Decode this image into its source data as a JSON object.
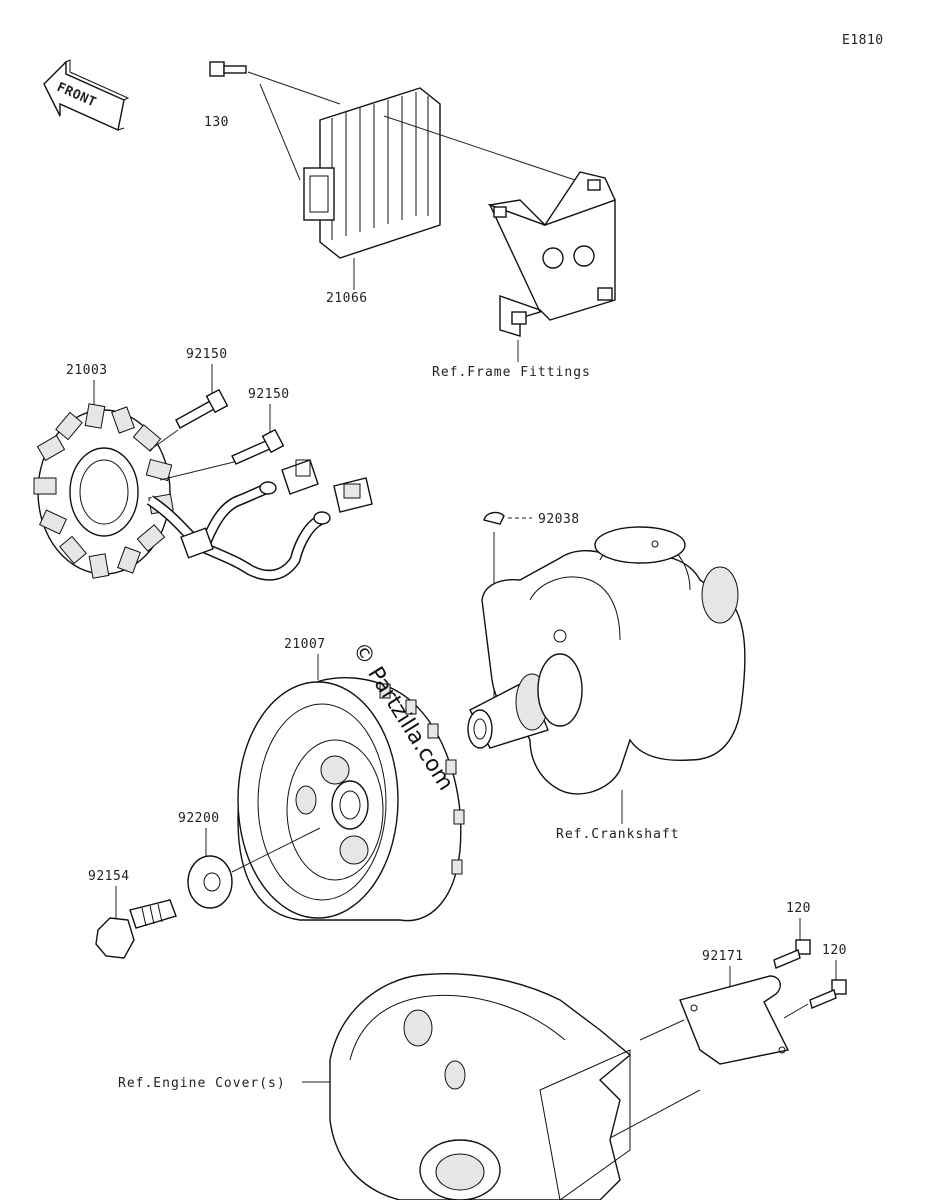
{
  "diagram_code": "E1810",
  "front_label": "FRONT",
  "watermark": "© Partzilla.com",
  "callouts": {
    "p130": "130",
    "p21066": "21066",
    "ref_frame": "Ref.Frame Fittings",
    "p21003": "21003",
    "p92150a": "92150",
    "p92150b": "92150",
    "p92038": "92038",
    "p21007": "21007",
    "ref_crank": "Ref.Crankshaft",
    "p92200": "92200",
    "p92154": "92154",
    "p120a": "120",
    "p120b": "120",
    "p92171": "92171",
    "ref_engine": "Ref.Engine Cover(s)"
  }
}
